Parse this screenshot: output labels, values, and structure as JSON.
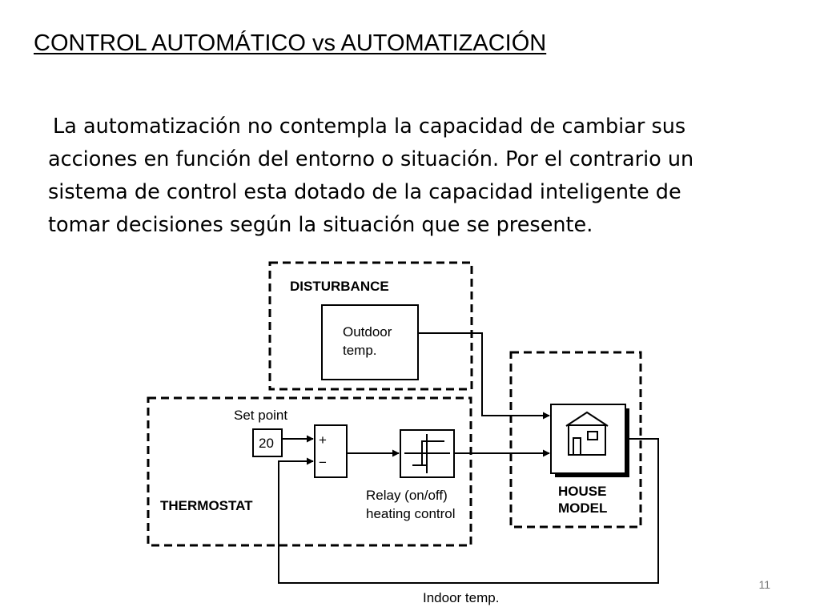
{
  "slide": {
    "title": "CONTROL  AUTOMÁTICO vs AUTOMATIZACIÓN",
    "body_lines": [
      "La automatización no contempla la capacidad de cambiar sus",
      "acciones en función del entorno o situación. Por el contrario un",
      "sistema de control esta dotado de la capacidad inteligente de",
      "tomar decisiones según la situación que se presente."
    ],
    "page_number": "11"
  },
  "diagram": {
    "disturbance_label": "DISTURBANCE",
    "outdoor_line1": "Outdoor",
    "outdoor_line2": "temp.",
    "thermostat_label": "THERMOSTAT",
    "set_point_label": "Set point",
    "set_point_value": "20",
    "sum_plus": "+",
    "sum_minus": "−",
    "relay_line1": "Relay (on/off)",
    "relay_line2": "heating control",
    "house_line1": "HOUSE",
    "house_line2": "MODEL",
    "indoor_label": "Indoor temp."
  }
}
